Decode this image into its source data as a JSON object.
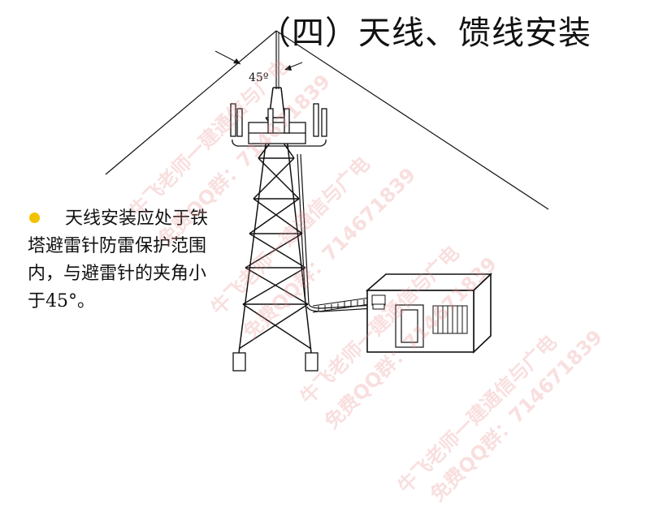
{
  "title": "（四）天线、馈线安装",
  "bullet_text": "天线安装应处于铁塔避雷针防雷保护范围内，与避雷针的夹角小于45°。",
  "diagram": {
    "angle_label": "45º"
  },
  "watermarks": [
    "牛飞老师一建通信与广电",
    "免费QQ群：714671839"
  ],
  "colors": {
    "bullet": "#f2c200",
    "watermark": "#eb8c8c"
  }
}
